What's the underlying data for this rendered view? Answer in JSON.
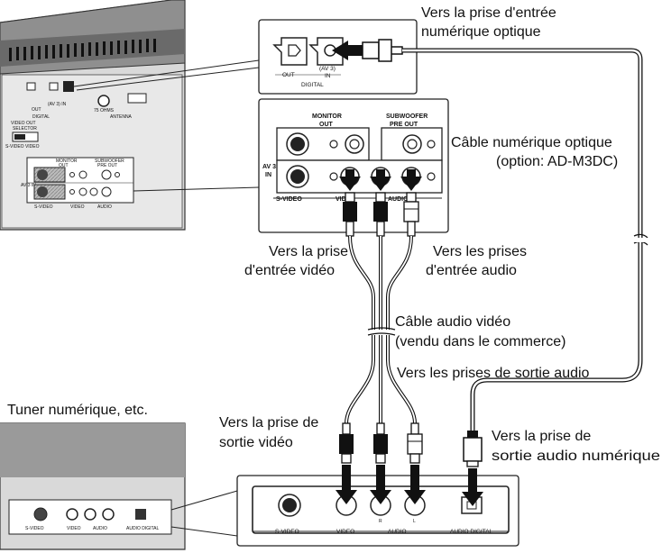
{
  "labels": {
    "optical_input_target": [
      "Vers la prise d'entrée",
      "numérique optique"
    ],
    "optical_cable": [
      "Câble numérique optique",
      "(option: AD-M3DC)"
    ],
    "video_input_target": [
      "Vers la prise",
      "d'entrée vidéo"
    ],
    "audio_input_target": [
      "Vers les prises",
      "d'entrée audio"
    ],
    "av_cable": [
      "Câble audio vidéo",
      "(vendu dans le commerce)"
    ],
    "audio_output_source": "Vers les prises de sortie audio",
    "tuner": "Tuner numérique, etc.",
    "video_output_source": [
      "Vers la prise de",
      "sortie vidéo"
    ],
    "digital_output_source": [
      "Vers la prise de",
      "sortie audio numérique"
    ]
  },
  "digital_panel": {
    "out": "OUT",
    "in": "IN",
    "av3": "(AV 3)",
    "digital": "DIGITAL"
  },
  "av_panel": {
    "monitor_out": [
      "MONITOR",
      "OUT"
    ],
    "subwoofer_pre_out": [
      "SUBWOOFER",
      "PRE OUT"
    ],
    "av3_in": [
      "AV 3",
      "IN"
    ],
    "s_video": "S-VIDEO",
    "video": "VIDEO",
    "audio": "AUDIO"
  },
  "tuner_panel": {
    "s_video": "S-VIDEO",
    "video": "VIDEO",
    "r": "R",
    "audio": "AUDIO",
    "l": "L",
    "audio_digital": "AUDIO DIGITAL"
  },
  "rear_panel": {
    "out": "OUT",
    "av3_in": "(AV 3) IN",
    "digital": "DIGITAL",
    "antenna": "ANTENNA",
    "ohm": "75 OHMS",
    "video_out_selector": [
      "VIDEO OUT",
      "SELECTOR"
    ],
    "s_video_video": "S-VIDEO  VIDEO",
    "monitor_out": [
      "MONITOR",
      "OUT"
    ],
    "subwoofer": [
      "SUBWOOFER",
      "PRE OUT"
    ],
    "av3": "AV 3 IN",
    "s_video": "S-VIDEO",
    "video": "VIDEO",
    "audio": "AUDIO"
  }
}
